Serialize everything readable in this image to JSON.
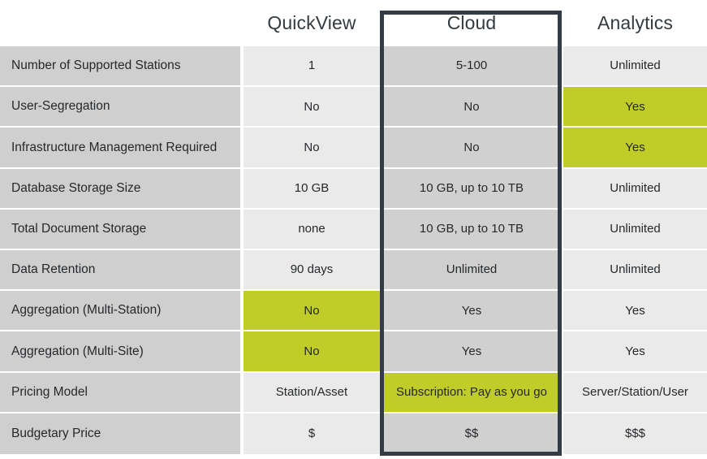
{
  "table": {
    "row_header_label": "",
    "columns": [
      {
        "key": "quickview",
        "label": "QuickView",
        "highlighted": false
      },
      {
        "key": "cloud",
        "label": "Cloud",
        "highlighted": true
      },
      {
        "key": "analytics",
        "label": "Analytics",
        "highlighted": false
      }
    ],
    "rows": [
      {
        "feature": "Number of Supported Stations",
        "quickview": "1",
        "cloud": "5-100",
        "analytics": "Unlimited",
        "quickview_highlight": false,
        "cloud_highlight": false,
        "analytics_highlight": false
      },
      {
        "feature": "User-Segregation",
        "quickview": "No",
        "cloud": "No",
        "analytics": "Yes",
        "quickview_highlight": false,
        "cloud_highlight": false,
        "analytics_highlight": true
      },
      {
        "feature": "Infrastructure Management Required",
        "quickview": "No",
        "cloud": "No",
        "analytics": "Yes",
        "quickview_highlight": false,
        "cloud_highlight": false,
        "analytics_highlight": true
      },
      {
        "feature": "Database Storage Size",
        "quickview": "10 GB",
        "cloud": "10 GB, up to 10 TB",
        "analytics": "Unlimited",
        "quickview_highlight": false,
        "cloud_highlight": false,
        "analytics_highlight": false
      },
      {
        "feature": "Total Document Storage",
        "quickview": "none",
        "cloud": "10 GB, up to 10 TB",
        "analytics": "Unlimited",
        "quickview_highlight": false,
        "cloud_highlight": false,
        "analytics_highlight": false
      },
      {
        "feature": "Data Retention",
        "quickview": "90 days",
        "cloud": "Unlimited",
        "analytics": "Unlimited",
        "quickview_highlight": false,
        "cloud_highlight": false,
        "analytics_highlight": false
      },
      {
        "feature": "Aggregation (Multi-Station)",
        "quickview": "No",
        "cloud": "Yes",
        "analytics": "Yes",
        "quickview_highlight": true,
        "cloud_highlight": false,
        "analytics_highlight": false
      },
      {
        "feature": "Aggregation (Multi-Site)",
        "quickview": "No",
        "cloud": "Yes",
        "analytics": "Yes",
        "quickview_highlight": true,
        "cloud_highlight": false,
        "analytics_highlight": false
      },
      {
        "feature": "Pricing Model",
        "quickview": "Station/Asset",
        "cloud": "Subscription: Pay as you go",
        "analytics": "Server/Station/User",
        "quickview_highlight": false,
        "cloud_highlight": true,
        "analytics_highlight": false
      },
      {
        "feature": "Budgetary Price",
        "quickview": "$",
        "cloud": "$$",
        "analytics": "$$$",
        "quickview_highlight": false,
        "cloud_highlight": false,
        "analytics_highlight": false
      }
    ]
  },
  "colors": {
    "highlight_green": "#c0cc27",
    "label_gray": "#cfcfcf",
    "cell_gray_light": "#eaeaea",
    "cell_gray_mid": "#d0d0d0",
    "border_dark": "#333c45",
    "text_dark": "#25282b",
    "header_text": "#333a40",
    "page_background": "#ffffff"
  }
}
